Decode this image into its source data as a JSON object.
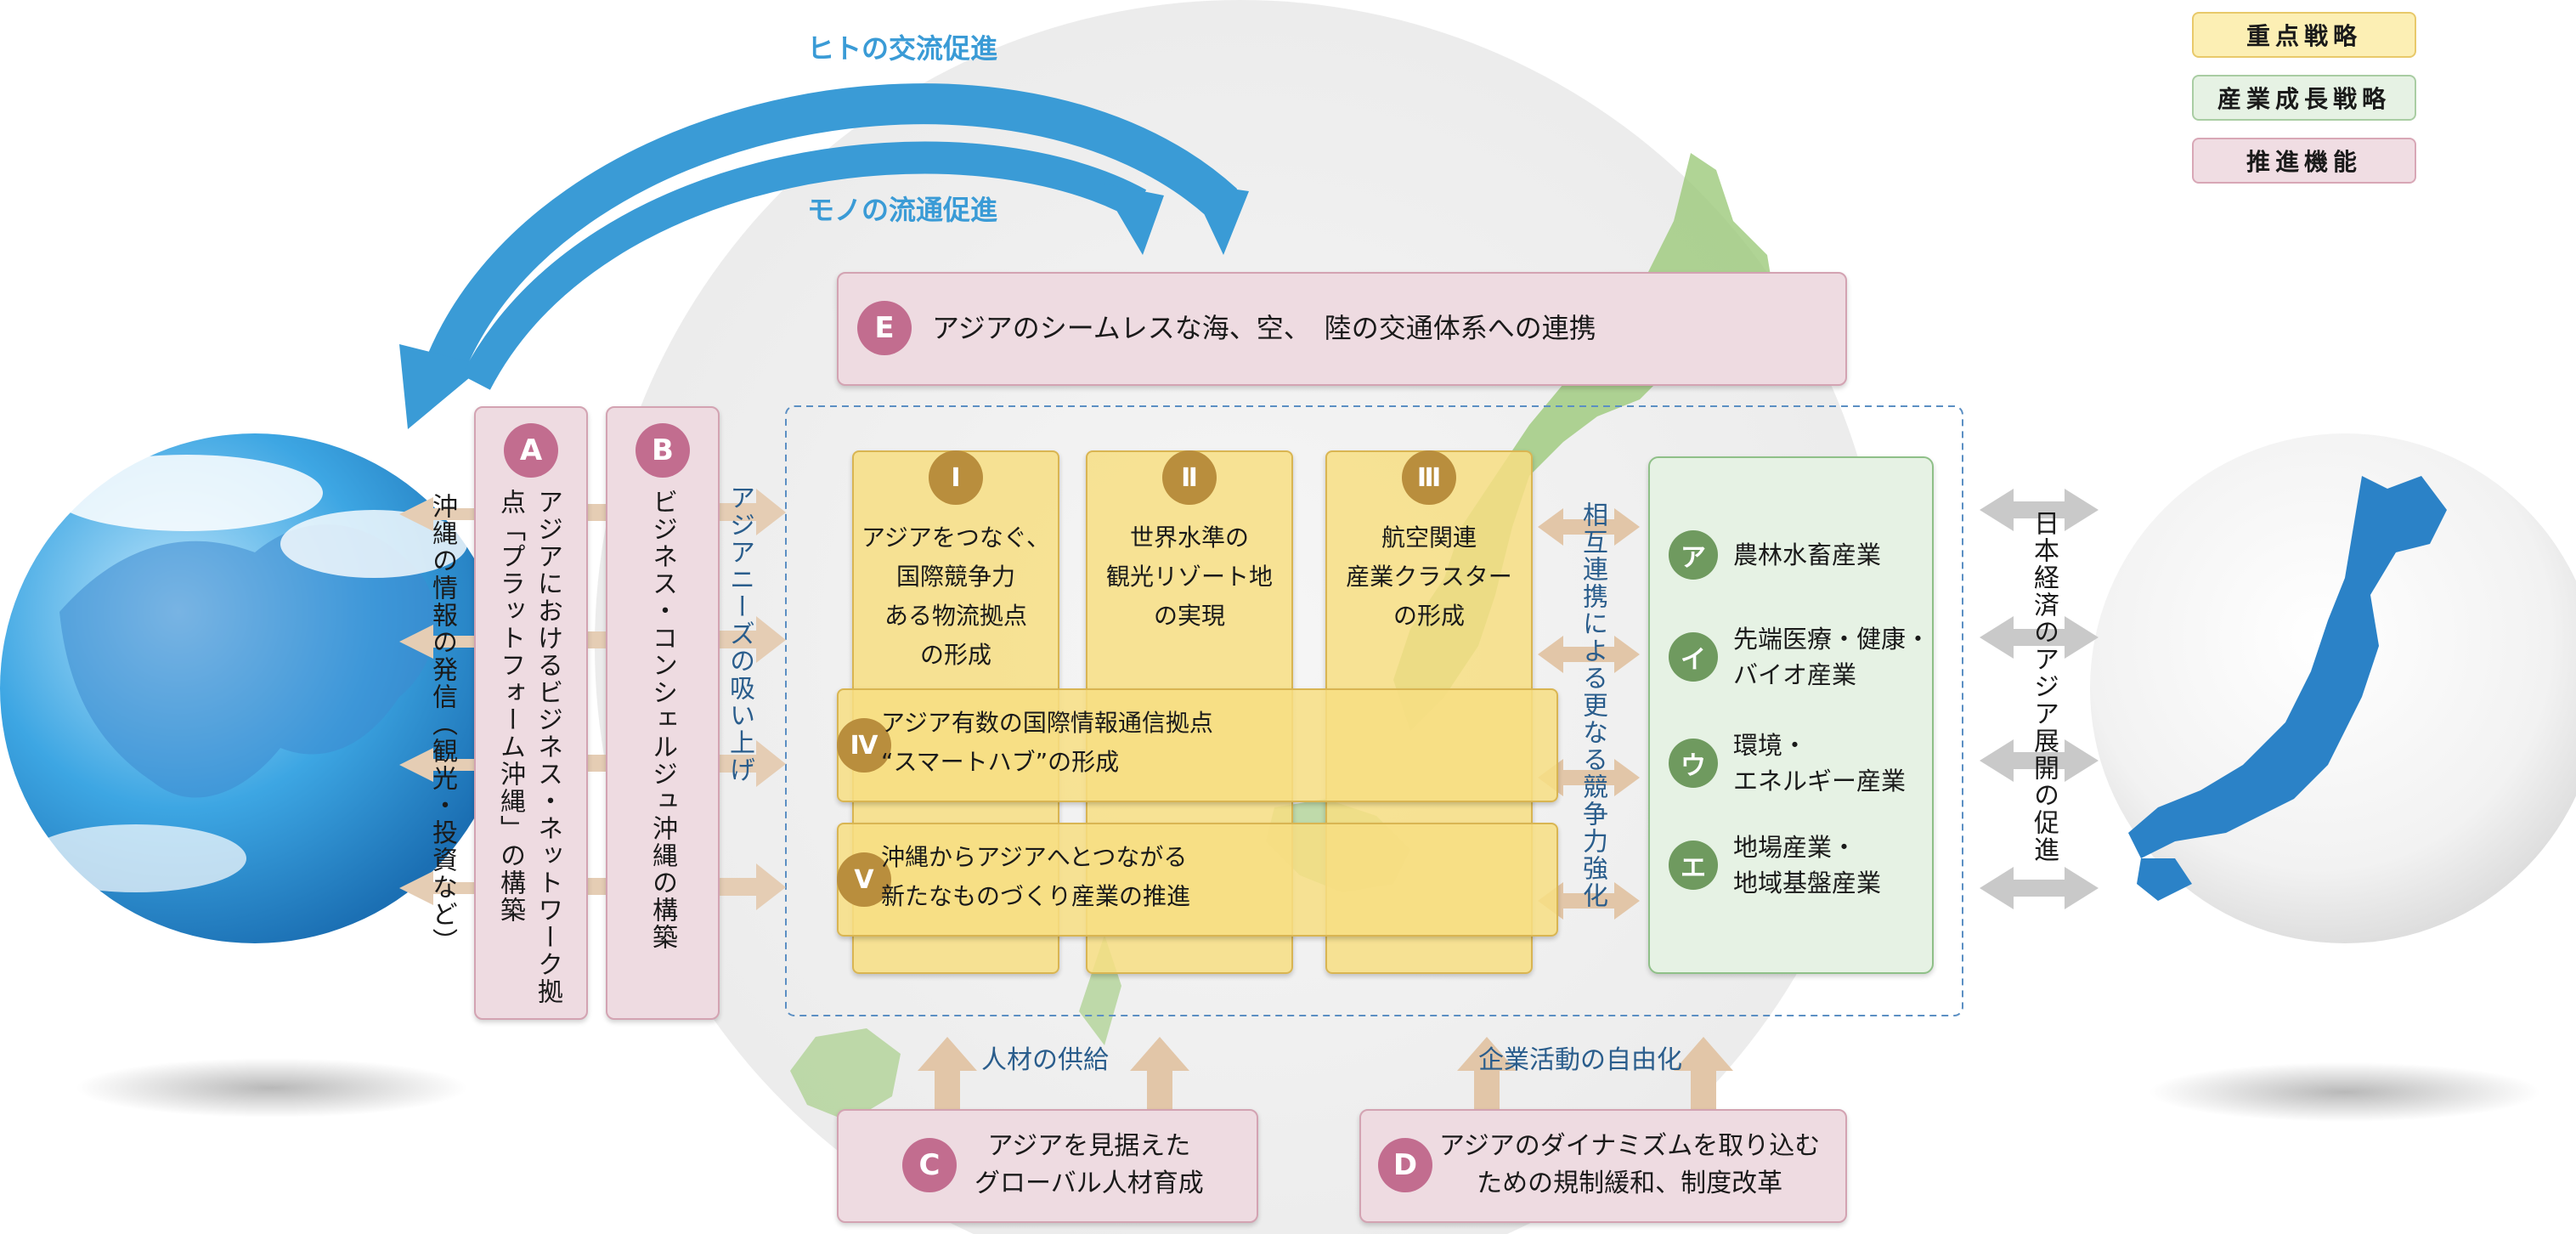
{
  "legend": {
    "key_strategy": "重点戦略",
    "industry_strategy": "産業成長戦略",
    "promotion": "推進機能"
  },
  "flows": {
    "people": "ヒトの交流促進",
    "goods": "モノの流通促進"
  },
  "box_e": {
    "badge": "E",
    "text": "アジアのシームレスな海、空、　陸の交通体系への連携"
  },
  "box_a": {
    "badge": "A",
    "text": "アジアにおけるビジネス・ネットワーク拠点「プラットフォーム沖縄」の構築"
  },
  "box_b": {
    "badge": "B",
    "text": "ビジネス・コンシェルジュ沖縄の構築"
  },
  "vertical": {
    "left_info": "沖縄の情報の発信（観光・投資など）",
    "asia_needs": "アジアニーズの吸い上げ",
    "mutual": "相互連携による更なる競争力強化",
    "japan": "日本経済のアジア展開の促進"
  },
  "strategies": [
    {
      "badge": "Ⅰ",
      "lines": [
        "アジアをつなぐ、",
        "国際競争力",
        "ある物流拠点",
        "の形成"
      ]
    },
    {
      "badge": "Ⅱ",
      "lines": [
        "世界水準の",
        "観光リゾート地",
        "の実現"
      ]
    },
    {
      "badge": "Ⅲ",
      "lines": [
        "航空関連",
        "産業クラスター",
        "の形成"
      ]
    },
    {
      "badge": "Ⅳ",
      "lines": [
        "アジア有数の国際情報通信拠点",
        "“スマートハブ”の形成"
      ]
    },
    {
      "badge": "Ⅴ",
      "lines": [
        "沖縄からアジアへとつながる",
        "新たなものづくり産業の推進"
      ]
    }
  ],
  "industries": [
    {
      "badge": "ア",
      "lines": [
        "農林水畜産業"
      ]
    },
    {
      "badge": "イ",
      "lines": [
        "先端医療・健康・",
        "バイオ産業"
      ]
    },
    {
      "badge": "ウ",
      "lines": [
        "環境・",
        "エネルギー産業"
      ]
    },
    {
      "badge": "エ",
      "lines": [
        "地場産業・",
        "地域基盤産業"
      ]
    }
  ],
  "supply_labels": {
    "human": "人材の供給",
    "liberal": "企業活動の自由化"
  },
  "box_c": {
    "badge": "C",
    "lines": [
      "アジアを見据えた",
      "グローバル人材育成"
    ]
  },
  "box_d": {
    "badge": "D",
    "lines": [
      "アジアのダイナミズムを取り込む",
      "ための規制緩和、制度改革"
    ]
  },
  "colors": {
    "pink": "#eedbe1",
    "yellow": "#f7de82",
    "green": "#e6f2e4",
    "blue_arrow": "#3a9bd6",
    "beige_arrow": "#e2c6a8",
    "gray_arrow": "#c4c4c4"
  }
}
